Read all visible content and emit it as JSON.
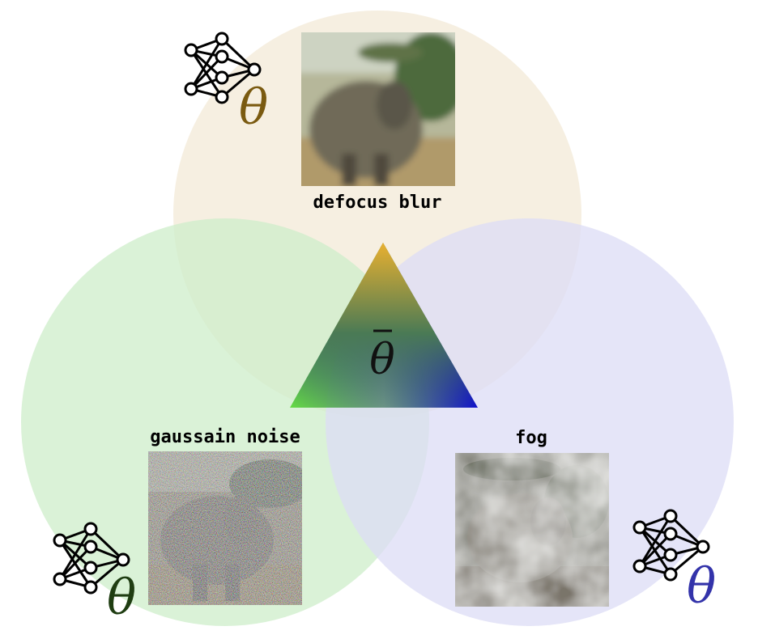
{
  "diagram": {
    "center": {
      "symbol": "θ",
      "overline": true
    },
    "circles": [
      {
        "id": "top",
        "label": "defocus blur",
        "fill": "#f5ecdc",
        "theta_color": "#7a5a10",
        "image_effect": "blur"
      },
      {
        "id": "left",
        "label": "gaussain noise",
        "fill": "#d3efd0",
        "theta_color": "#1f3d12",
        "image_effect": "noise"
      },
      {
        "id": "right",
        "label": "fog",
        "fill": "#e2e2f8",
        "theta_color": "#3333aa",
        "image_effect": "fog"
      }
    ],
    "network_symbol": "θ",
    "triangle_colors": {
      "top": "#e8b030",
      "left": "#66dd44",
      "right": "#1010cc"
    }
  }
}
